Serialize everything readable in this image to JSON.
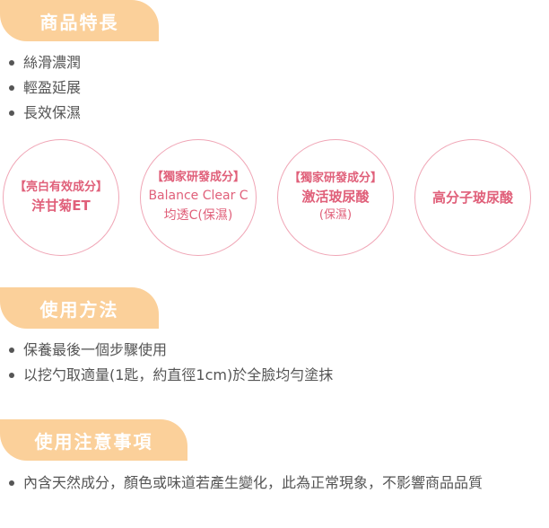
{
  "features": {
    "heading": "商品特長",
    "bullets": [
      "絲滑濃潤",
      "輕盈延展",
      "長效保濕"
    ]
  },
  "ingredients": [
    {
      "tag": "【亮白有效成分】",
      "lines": [
        "洋甘菊ET"
      ],
      "sub": ""
    },
    {
      "tag": "【獨家研發成分】",
      "lines": [
        "Balance Clear C",
        "均透C(保濕)"
      ],
      "sub": ""
    },
    {
      "tag": "【獨家研發成分】",
      "lines": [
        "激活玻尿酸"
      ],
      "sub": "(保濕)"
    },
    {
      "tag": "",
      "lines": [
        "高分子玻尿酸"
      ],
      "sub": ""
    }
  ],
  "usage": {
    "heading": "使用方法",
    "bullets": [
      "保養最後一個步驟使用",
      "以挖勺取適量(1匙，約直徑1cm)於全臉均勻塗抹"
    ]
  },
  "notes": {
    "heading": "使用注意事項",
    "bullets": [
      "內含天然成分，顏色或味道若產生變化，此為正常現象，不影響商品品質"
    ]
  },
  "colors": {
    "tab": "#fbd09a",
    "circle_border": "#f0a6b6",
    "circle_text": "#e0607a",
    "body_text": "#555555"
  }
}
